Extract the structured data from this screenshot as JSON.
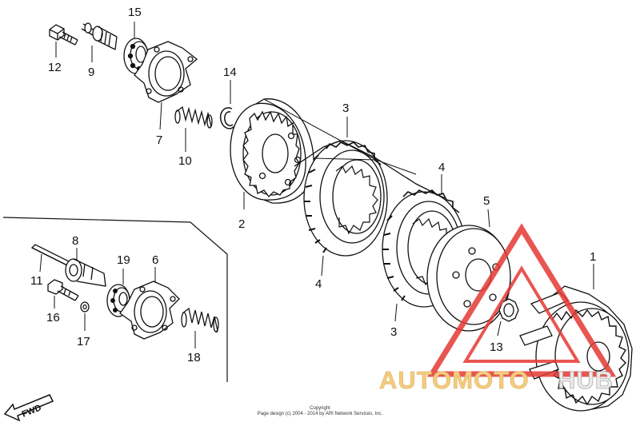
{
  "part_labels": {
    "p1": "1",
    "p2": "2",
    "p3a": "3",
    "p3b": "3",
    "p4a": "4",
    "p4b": "4",
    "p5": "5",
    "p6": "6",
    "p7": "7",
    "p8": "8",
    "p9": "9",
    "p10": "10",
    "p11": "11",
    "p12": "12",
    "p13": "13",
    "p14": "14",
    "p15": "15",
    "p16": "16",
    "p17": "17",
    "p18": "18",
    "p19": "19"
  },
  "direction_label": "FWD",
  "watermark": {
    "part_a": "AUTOMOTO",
    "part_b": "HUB",
    "color_a": "#f2c46a",
    "color_b": "#e8e8e8",
    "logo_color": "#e53935"
  },
  "copyright": {
    "line1": "Copyright",
    "line2": "Page design (c) 2004 - 2014 by ARI Network Services, Inc."
  },
  "colors": {
    "ink": "#111111",
    "paper": "#ffffff"
  }
}
